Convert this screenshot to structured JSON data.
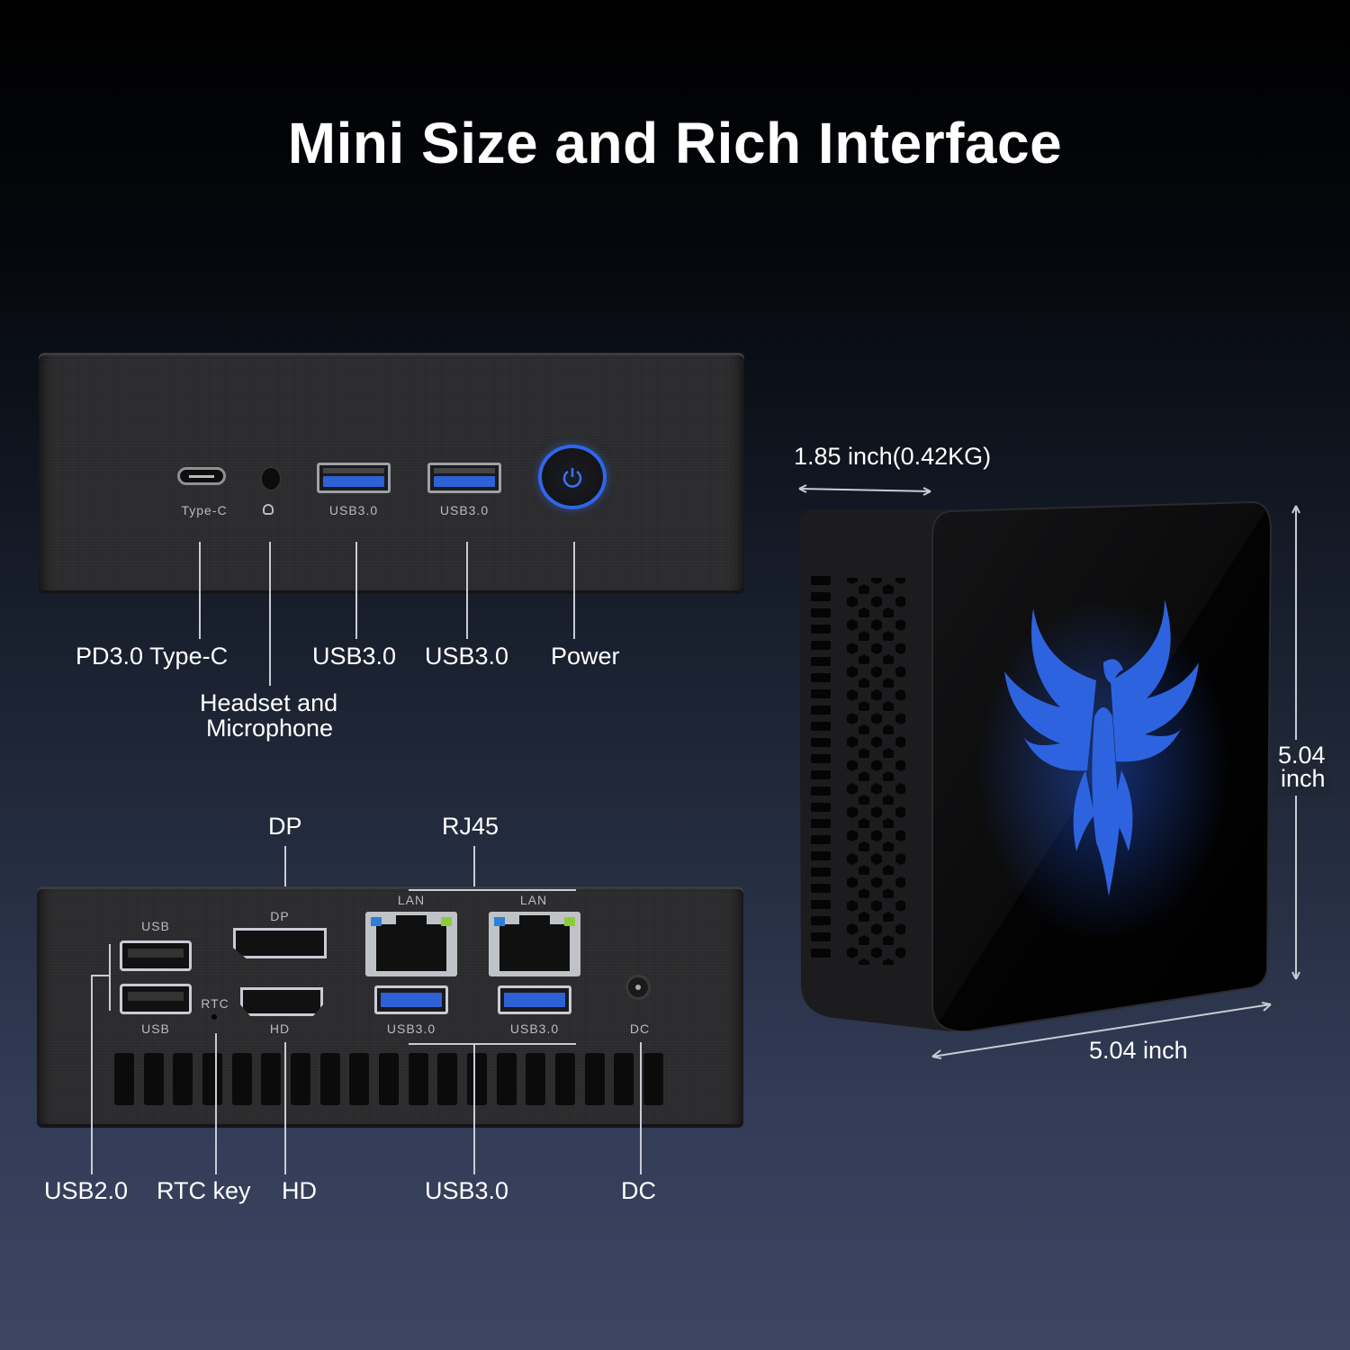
{
  "title": "Mini Size and Rich Interface",
  "colors": {
    "background_top": "#000000",
    "background_bottom": "#3c4663",
    "accent_blue": "#2e61d6",
    "chassis": "#2a2a2c"
  },
  "front_panel": {
    "silk_labels": {
      "type_c": "Type-C",
      "headset_icon": "headset-icon",
      "usb_a": "USB3.0",
      "usb_b": "USB3.0"
    },
    "callouts": {
      "type_c": "PD3.0 Type-C",
      "headset_line1": "Headset and",
      "headset_line2": "Microphone",
      "usb_a": "USB3.0",
      "usb_b": "USB3.0",
      "power": "Power"
    }
  },
  "rear_panel": {
    "silk_labels": {
      "usb_top": "USB",
      "usb_bottom": "USB",
      "dp": "DP",
      "rtc": "RTC",
      "hd": "HD",
      "lan_a": "LAN",
      "lan_b": "LAN",
      "usb3_a": "USB3.0",
      "usb3_b": "USB3.0",
      "dc": "DC"
    },
    "top_callouts": {
      "dp": "DP",
      "rj45": "RJ45"
    },
    "bottom_callouts": {
      "usb2": "USB2.0",
      "rtc": "RTC key",
      "hd": "HD",
      "usb3": "USB3.0",
      "dc": "DC"
    }
  },
  "dimensions": {
    "depth": "1.85 inch(0.42KG)",
    "height_line1": "5.04",
    "height_line2": "inch",
    "width": "5.04 inch"
  }
}
